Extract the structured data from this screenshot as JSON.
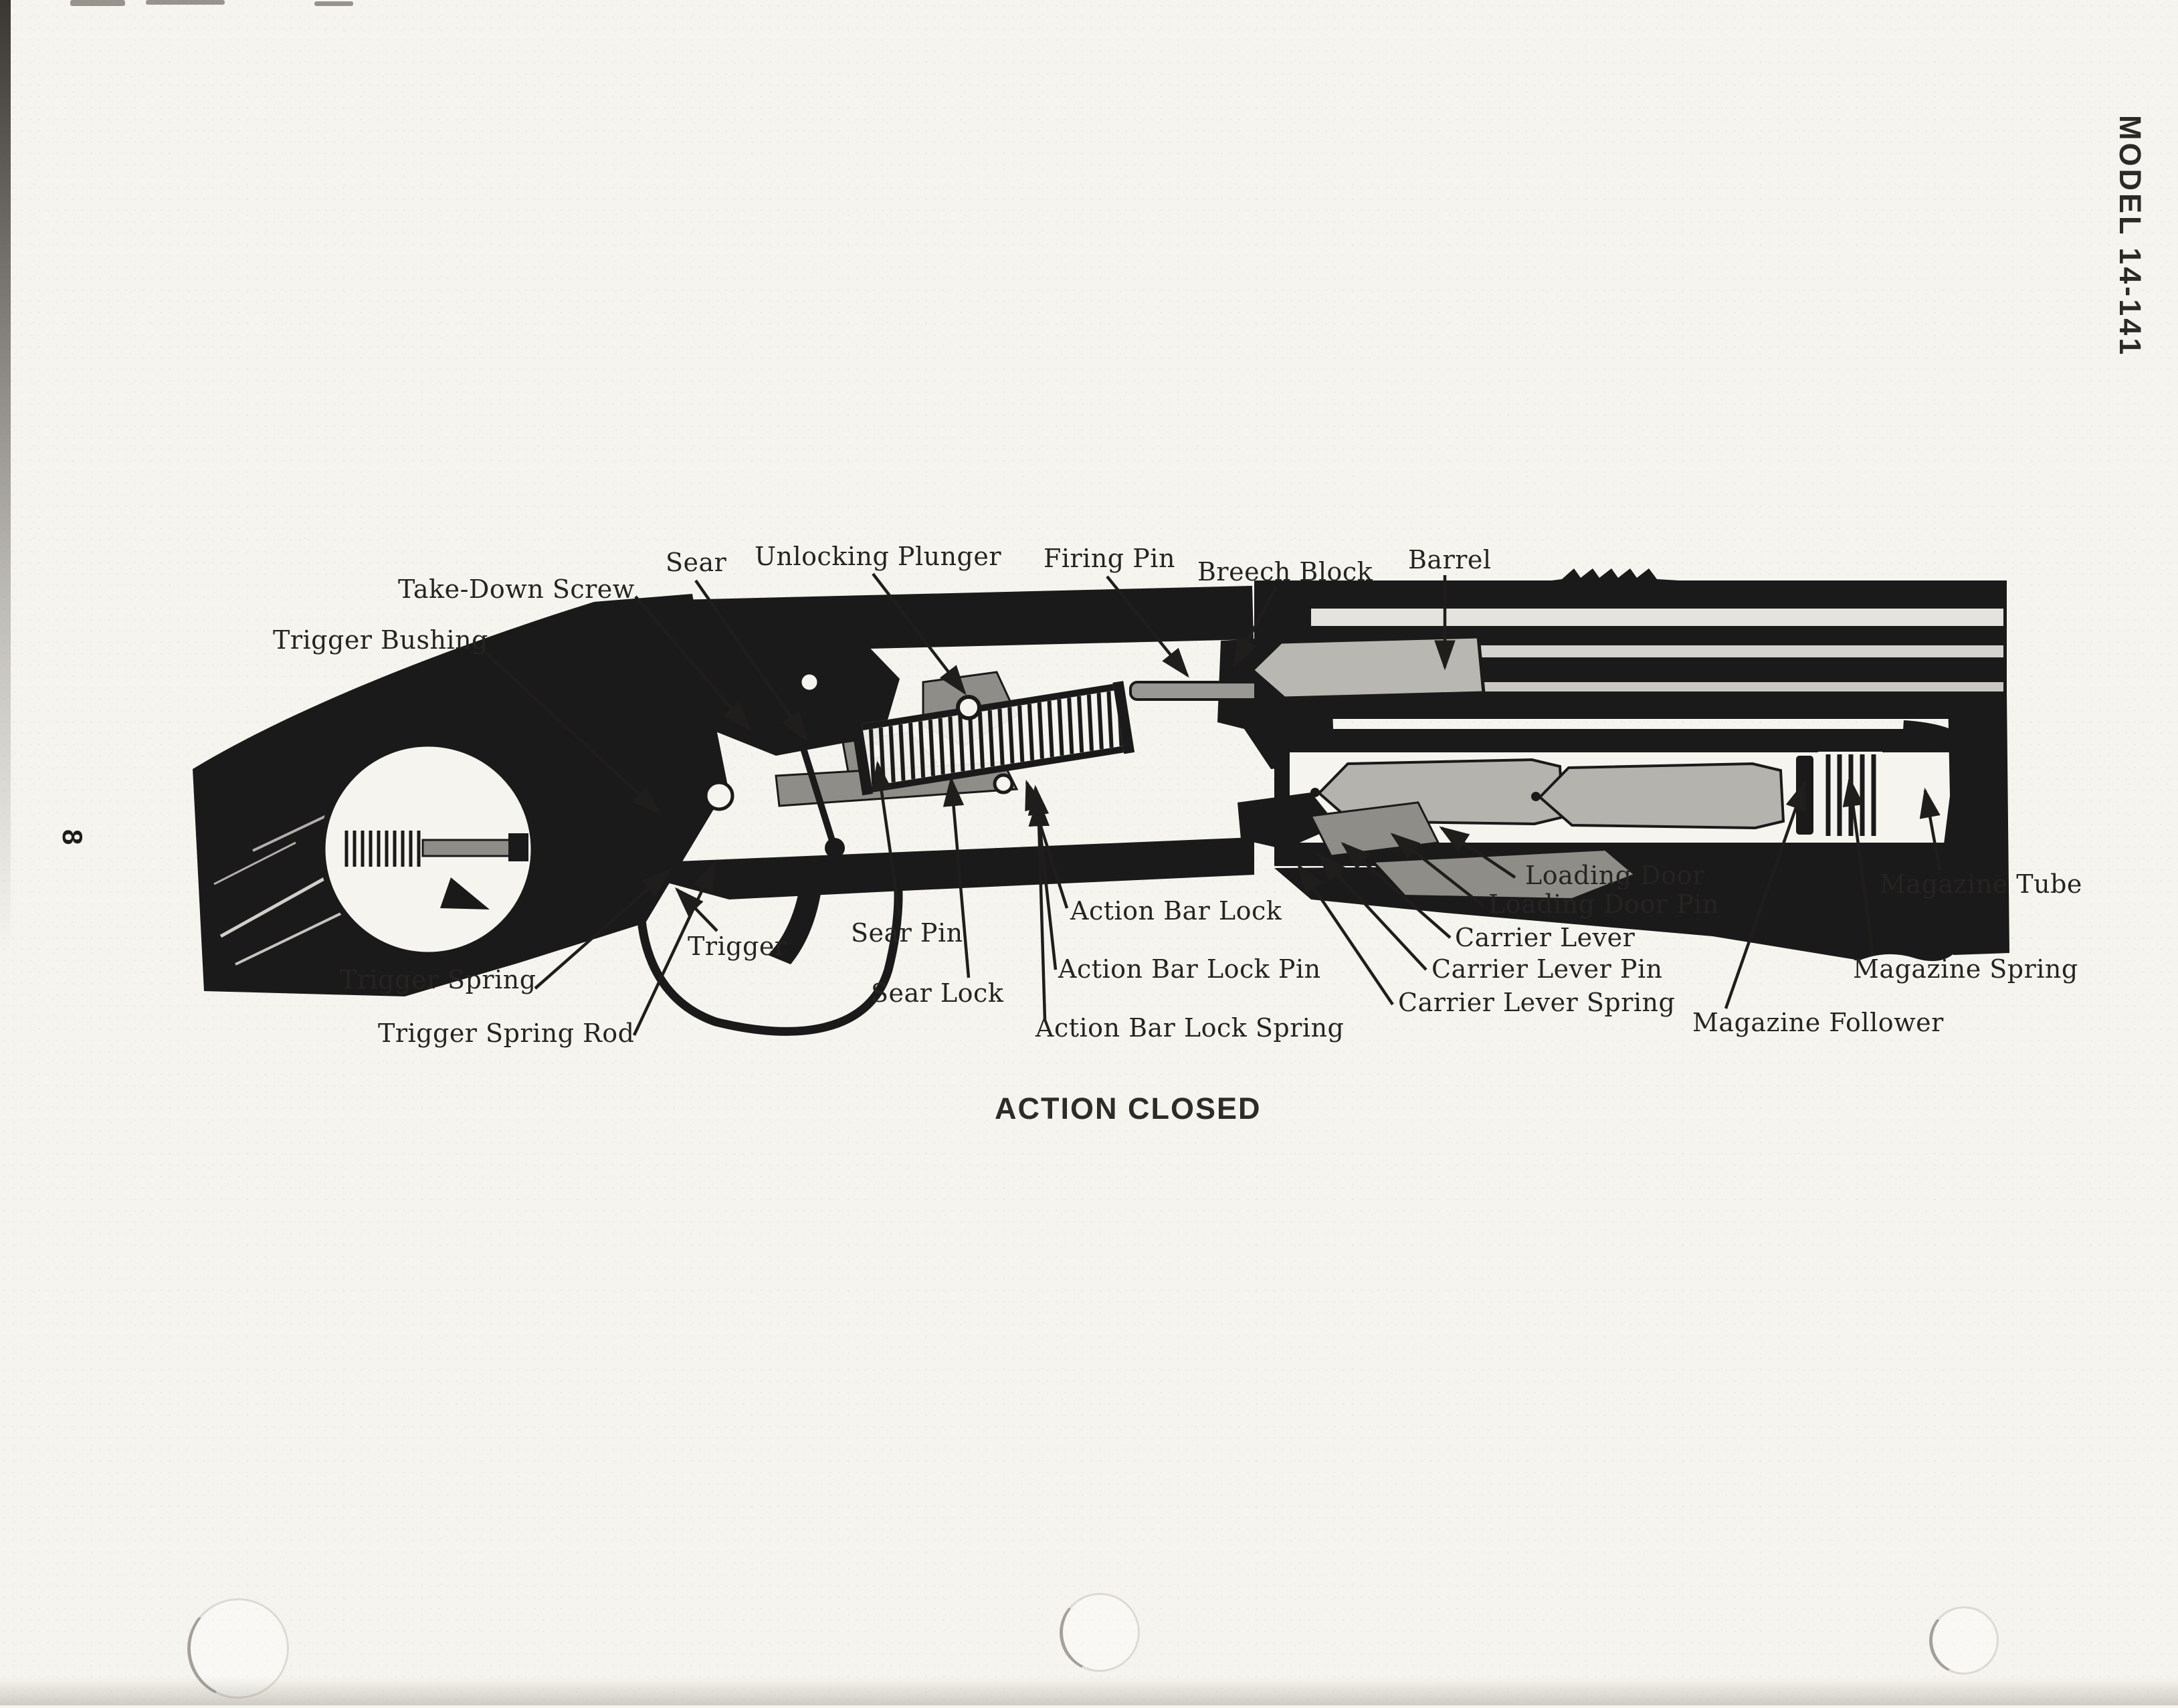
{
  "page": {
    "side_label": "MODEL 14-141",
    "page_number": "8",
    "caption": "ACTION CLOSED"
  },
  "colors": {
    "ink": "#1a1a1a",
    "paper": "#f6f4ef",
    "metal_light": "#b9b7b2",
    "metal_mid": "#8f8d88"
  },
  "labels": [
    {
      "id": "trigger-bushing",
      "text": "Trigger Bushing"
    },
    {
      "id": "take-down-screw",
      "text": "Take-Down Screw"
    },
    {
      "id": "sear",
      "text": "Sear"
    },
    {
      "id": "unlocking-plunger",
      "text": "Unlocking Plunger"
    },
    {
      "id": "firing-pin",
      "text": "Firing Pin"
    },
    {
      "id": "breech-block",
      "text": "Breech Block"
    },
    {
      "id": "barrel",
      "text": "Barrel"
    },
    {
      "id": "trigger",
      "text": "Trigger"
    },
    {
      "id": "sear-pin",
      "text": "Sear Pin"
    },
    {
      "id": "sear-lock",
      "text": "Sear Lock"
    },
    {
      "id": "action-bar-lock",
      "text": "Action Bar Lock"
    },
    {
      "id": "action-bar-lock-pin",
      "text": "Action Bar Lock Pin"
    },
    {
      "id": "action-bar-lock-spring",
      "text": "Action Bar Lock Spring"
    },
    {
      "id": "trigger-spring",
      "text": "Trigger Spring"
    },
    {
      "id": "trigger-spring-rod",
      "text": "Trigger Spring Rod"
    },
    {
      "id": "loading-door",
      "text": "Loading Door"
    },
    {
      "id": "loading-door-pin",
      "text": "Loading Door Pin"
    },
    {
      "id": "carrier-lever",
      "text": "Carrier Lever"
    },
    {
      "id": "carrier-lever-pin",
      "text": "Carrier Lever Pin"
    },
    {
      "id": "carrier-lever-spring",
      "text": "Carrier Lever Spring"
    },
    {
      "id": "magazine-tube",
      "text": "Magazine Tube"
    },
    {
      "id": "magazine-spring",
      "text": "Magazine Spring"
    },
    {
      "id": "magazine-follower",
      "text": "Magazine Follower"
    }
  ]
}
